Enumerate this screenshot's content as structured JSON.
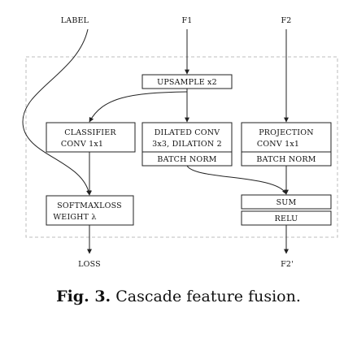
{
  "inputs": {
    "label": "LABEL",
    "f1": "F1",
    "f2": "F2"
  },
  "outputs": {
    "loss": "LOSS",
    "f2_out": "F2'"
  },
  "blocks": {
    "upsample": "UPSAMPLE x2",
    "classifier": [
      "CLASSIFIER",
      "CONV 1x1"
    ],
    "dilated_conv": [
      "DILATED CONV",
      "3x3, DILATION 2"
    ],
    "projection": [
      "PROJECTION",
      "CONV 1x1"
    ],
    "batch_norm_dilated": "BATCH NORM",
    "batch_norm_projection": "BATCH NORM",
    "softmax_loss": [
      "SOFTMAXLOSS",
      "WEIGHT λ"
    ],
    "sum": "SUM",
    "relu": "RELU"
  },
  "caption": {
    "label": "Fig. 3.",
    "text": "Cascade feature fusion."
  }
}
